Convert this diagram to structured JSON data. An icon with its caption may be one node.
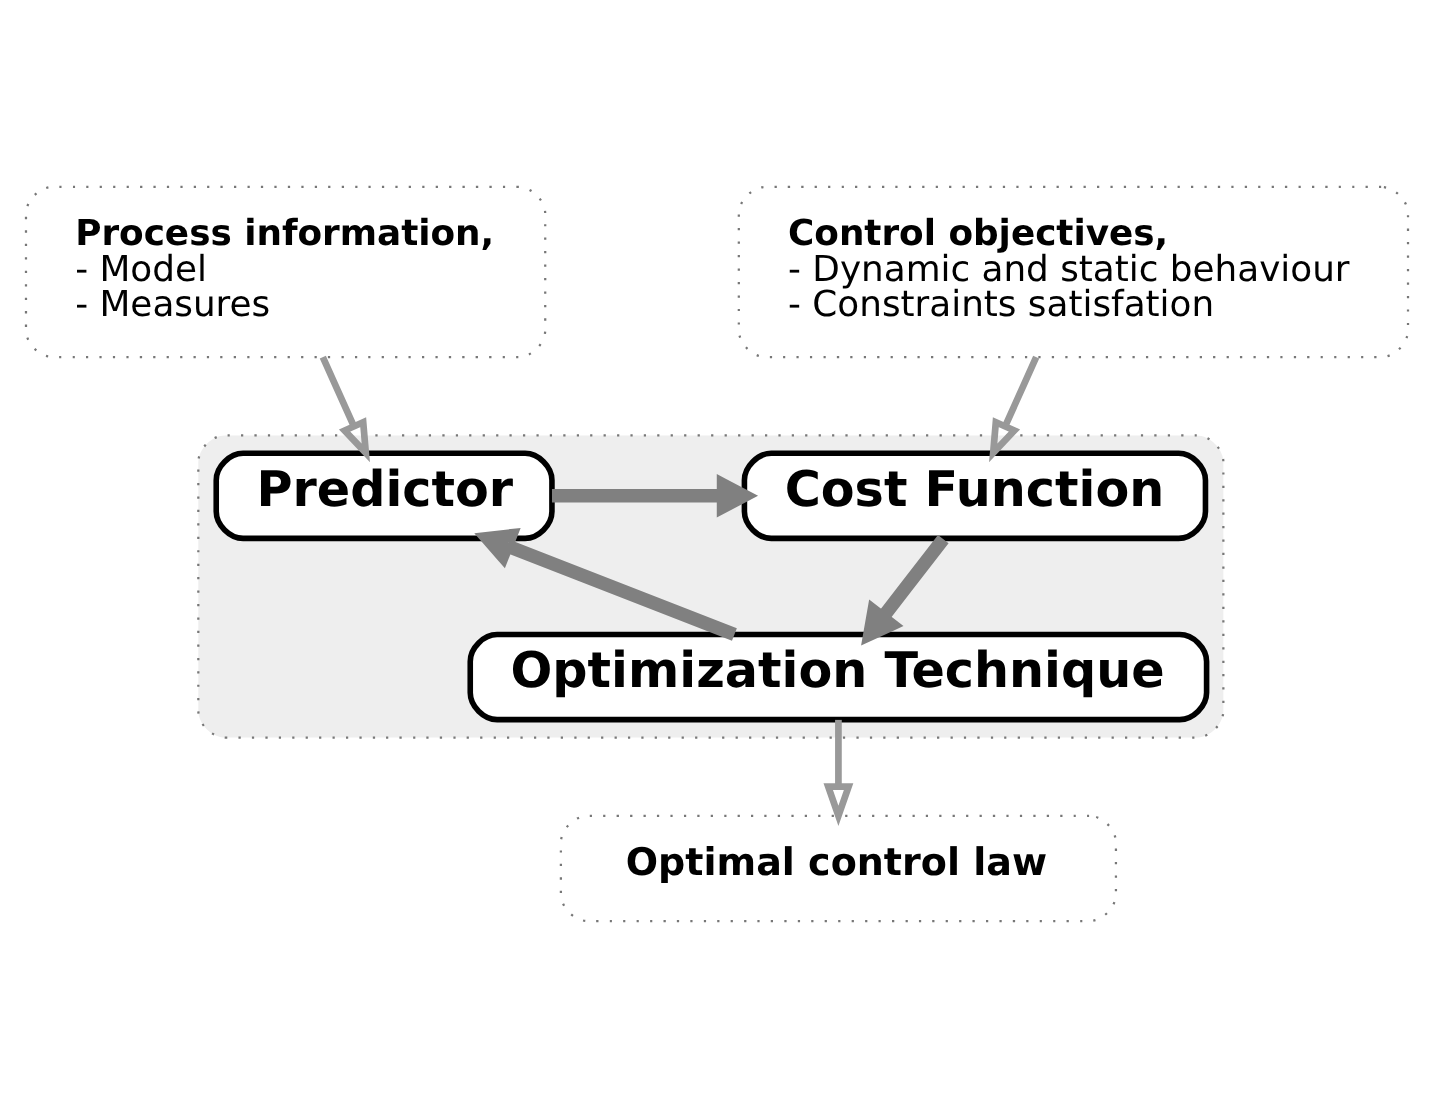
{
  "diagram": {
    "nodes": [
      {
        "text": [
          "Process information,",
          "- Model",
          "- Measures"
        ]
      },
      {
        "text": [
          "Control objectives,",
          "- Dynamic and static behaviour",
          "- Constraints satisfation"
        ]
      },
      {
        "text": [],
        "shape": "box"
      },
      {
        "text": [
          "Predictor"
        ],
        "in": 2
      },
      {
        "text": [
          "Cost Function"
        ],
        "in": 2
      },
      {
        "text": [
          "Optimization Technique"
        ],
        "in": 2
      },
      {
        "text": [
          "Optimal control law"
        ]
      }
    ],
    "edges": [
      {
        "from": 0,
        "to": 3,
        "arrow": "to"
      },
      {
        "from": 1,
        "to": 4,
        "arrow": "to"
      },
      {
        "from": 3,
        "to": 4,
        "arrow": "to",
        "style": "thick"
      },
      {
        "from": 4,
        "to": 5,
        "arrow": "to",
        "style": "thick"
      },
      {
        "from": 5,
        "to": 3,
        "arrow": "to",
        "style": "thick"
      },
      {
        "from": 5,
        "to": 6,
        "arrow": "to"
      }
    ]
  }
}
